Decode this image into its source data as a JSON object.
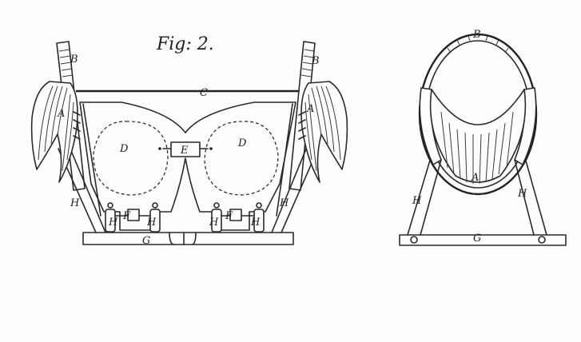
{
  "figure": {
    "title": "Fig: 2.",
    "labels": {
      "B_left": "B",
      "B_right": "B",
      "C": "C",
      "D_left": "D",
      "D_right": "D",
      "E": "E",
      "A_left_pad": "A",
      "A_right_pad": "A",
      "H_outer_left": "H",
      "H_outer_right": "H",
      "H_inner_1": "H",
      "H_inner_2": "H",
      "H_inner_3": "H",
      "H_inner_4": "H",
      "F_left": "F",
      "F_right": "F",
      "G_front": "G",
      "B_side": "B",
      "A_side": "A",
      "H_side_left": "H",
      "H_side_right": "H",
      "G_side": "G"
    }
  }
}
